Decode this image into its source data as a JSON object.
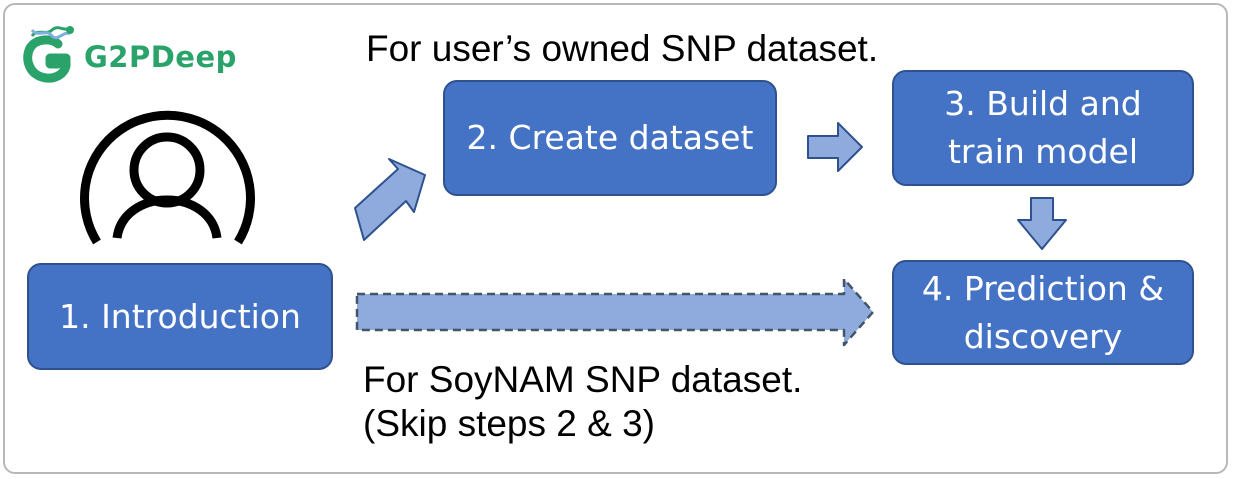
{
  "logo": {
    "text": "G2PDeep",
    "color": "#2aa36b"
  },
  "captions": {
    "top": "For user’s owned SNP dataset.",
    "bottom_line1": "For SoyNAM SNP dataset.",
    "bottom_line2": "(Skip steps 2 & 3)"
  },
  "steps": {
    "intro": "1. Introduction",
    "create": "2. Create dataset",
    "build": "3. Build and train model",
    "predict": "4. Prediction & discovery"
  },
  "colors": {
    "box_fill": "#4472c4",
    "box_border": "#2f528f",
    "arrow_fill": "#8faadc",
    "arrow_border": "#2f528f"
  },
  "icons": {
    "user": "user-avatar-icon"
  }
}
